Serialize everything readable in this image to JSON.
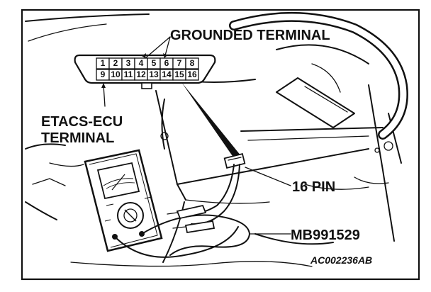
{
  "labels": {
    "grounded_terminal": "GROUNDED TERMINAL",
    "etacs_line1": "ETACS-ECU",
    "etacs_line2": "TERMINAL",
    "sixteen_pin": "16 PIN",
    "tool_number": "MB991529",
    "figure_code": "AC002236AB"
  },
  "connector": {
    "top_row": [
      "1",
      "2",
      "3",
      "4",
      "5",
      "6",
      "7",
      "8"
    ],
    "bottom_row": [
      "9",
      "10",
      "11",
      "12",
      "13",
      "14",
      "15",
      "16"
    ]
  }
}
